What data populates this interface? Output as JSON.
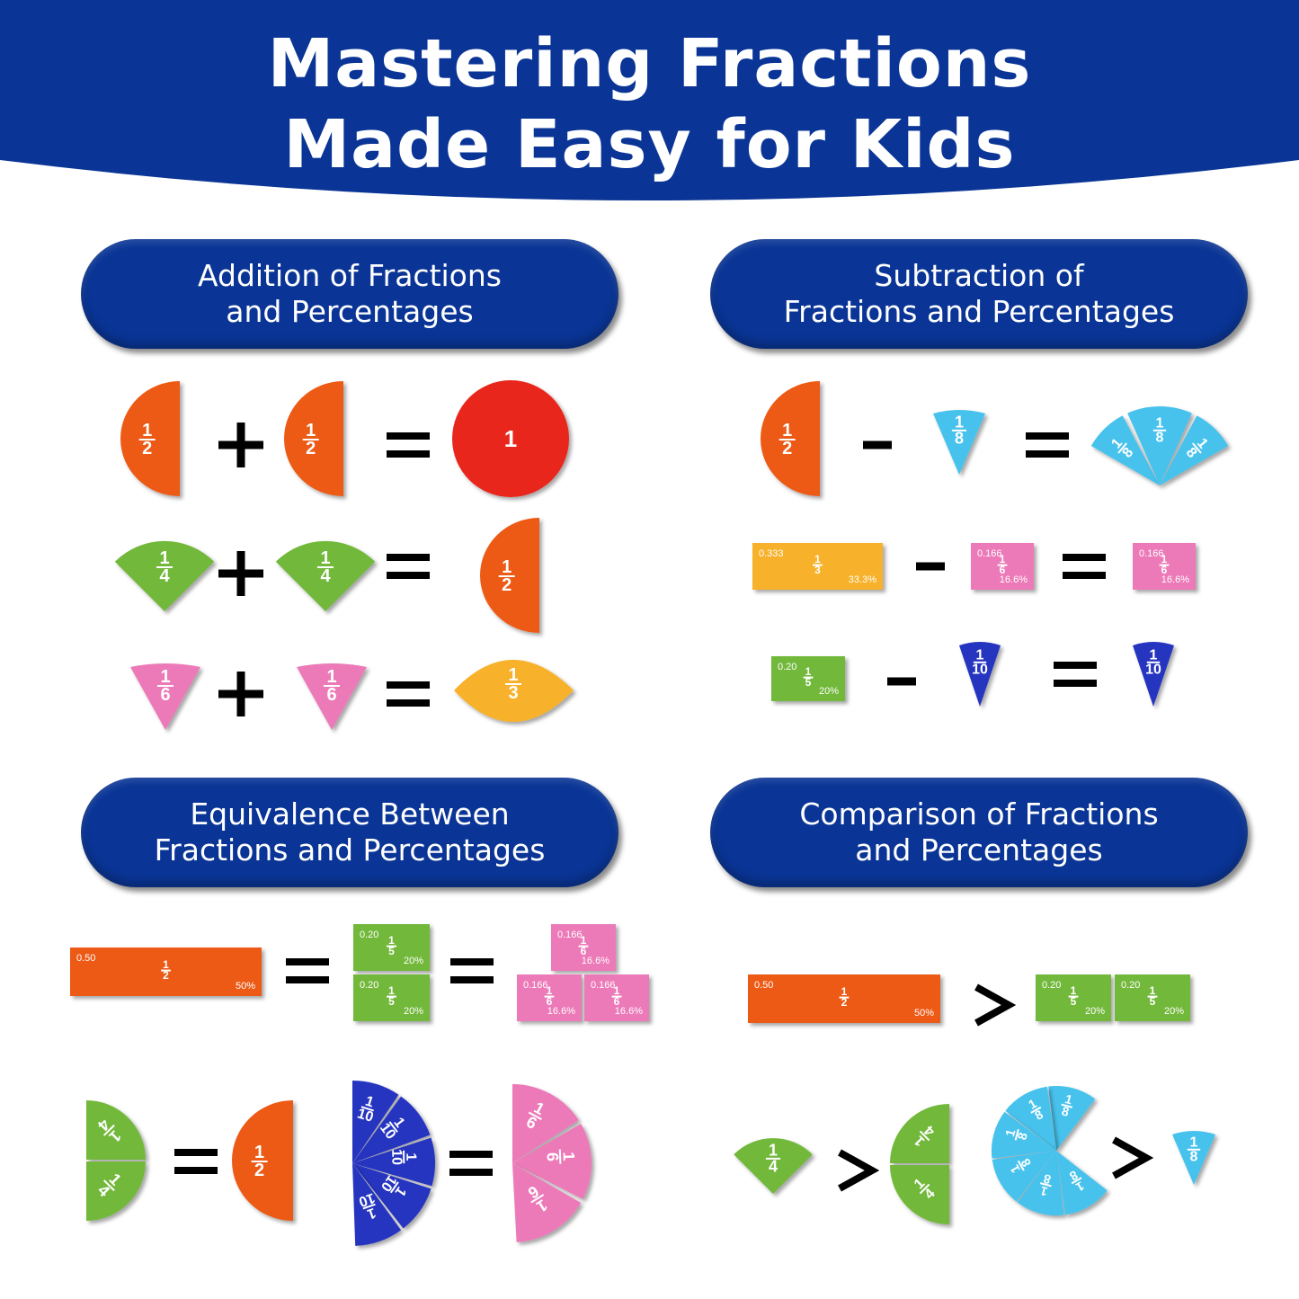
{
  "title": {
    "line1": "Mastering Fractions",
    "line2": "Made Easy for Kids"
  },
  "sections": [
    {
      "line1": "Addition of Fractions",
      "line2": "and Percentages"
    },
    {
      "line1": "Subtraction of",
      "line2": "Fractions and Percentages"
    },
    {
      "line1": "Equivalence Between",
      "line2": "Fractions and Percentages"
    },
    {
      "line1": "Comparison of Fractions",
      "line2": "and Percentages"
    }
  ],
  "fractions": {
    "half": "2",
    "third": "3",
    "quarter": "4",
    "fifth": "5",
    "sixth": "6",
    "eighth": "8",
    "tenth": "10",
    "one": "1"
  },
  "tiles": {
    "half_dec": "0.50",
    "half_pct": "50%",
    "third_dec": "0.333",
    "third_pct": "33.3%",
    "fifth_dec": "0.20",
    "fifth_pct": "20%",
    "sixth_dec": "0.166",
    "sixth_pct": "16.6%"
  },
  "colors": {
    "banner": "#0a3596",
    "orange": "#ec5a14",
    "red": "#e8261a",
    "green": "#72b83a",
    "pink": "#ec7ab8",
    "yellow": "#f7b12a",
    "cyan": "#47c2ec",
    "blue": "#2836c0"
  }
}
